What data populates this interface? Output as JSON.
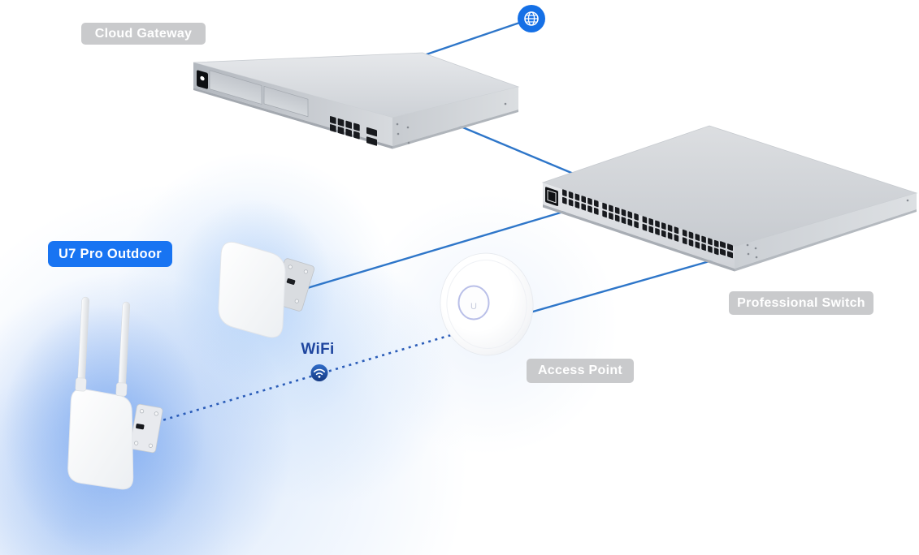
{
  "labels": {
    "cloud_gateway": "Cloud Gateway",
    "u7_pro_outdoor": "U7 Pro Outdoor",
    "professional_switch": "Professional Switch",
    "access_point": "Access Point",
    "wifi": "WiFi"
  },
  "devices": [
    {
      "id": "internet",
      "icon": "globe-icon"
    },
    {
      "id": "cloud-gateway",
      "label": "Cloud Gateway",
      "kind": "rack gateway, 8 LAN ports + 2 SFP"
    },
    {
      "id": "professional-switch",
      "label": "Professional Switch",
      "kind": "48-port switch + 4 SFP"
    },
    {
      "id": "wall-ap",
      "label": "",
      "kind": "wall-mounted access point"
    },
    {
      "id": "access-point",
      "label": "Access Point",
      "kind": "ceiling access point"
    },
    {
      "id": "u7-pro-outdoor",
      "label": "U7 Pro Outdoor",
      "kind": "outdoor access point with two antennas",
      "highlighted": true
    }
  ],
  "links": [
    {
      "from": "internet",
      "to": "cloud-gateway",
      "type": "wired"
    },
    {
      "from": "cloud-gateway",
      "to": "professional-switch",
      "type": "wired"
    },
    {
      "from": "professional-switch",
      "to": "wall-ap",
      "type": "wired"
    },
    {
      "from": "professional-switch",
      "to": "access-point",
      "type": "wired"
    },
    {
      "from": "access-point",
      "to": "u7-pro-outdoor",
      "type": "wireless",
      "label": "WiFi"
    }
  ],
  "colors": {
    "link_blue": "#2e76c9",
    "accent_blue": "#1874f2",
    "wifi_text_blue": "#1e459f",
    "label_gray": "#c9cacc",
    "globe_blue": "#1570e6",
    "wifi_badge_blue": "#1c4fa4"
  }
}
